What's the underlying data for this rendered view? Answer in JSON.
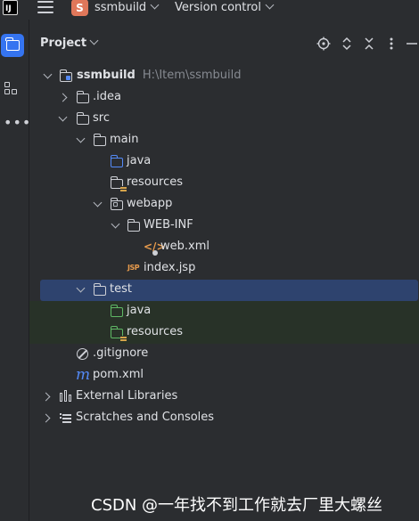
{
  "titlebar": {
    "project_badge": "S",
    "project_name": "ssmbuild",
    "vcs_label": "Version control"
  },
  "toolstrip": {
    "more_label": "•••"
  },
  "panel": {
    "title": "Project"
  },
  "tree": {
    "root_label": "ssmbuild",
    "root_path": "H:\\Item\\ssmbuild",
    "idea": ".idea",
    "src": "src",
    "main": "main",
    "main_java": "java",
    "main_resources": "resources",
    "webapp": "webapp",
    "webinf": "WEB-INF",
    "webxml": "web.xml",
    "indexjsp": "index.jsp",
    "test": "test",
    "test_java": "java",
    "test_resources": "resources",
    "gitignore": ".gitignore",
    "pomxml": "pom.xml",
    "external_libraries": "External Libraries",
    "scratches": "Scratches and Consoles"
  },
  "icons": {
    "xml": "</>",
    "jsp": "JSP"
  },
  "colors": {
    "background": "#2b2d30",
    "selection": "#2e436e",
    "accent_blue": "#3574f0",
    "source_folder": "#548af7",
    "test_folder": "#5fb865",
    "resource_marker": "#d5a34b"
  },
  "watermark": "CSDN @一年找不到工作就去厂里大螺丝"
}
